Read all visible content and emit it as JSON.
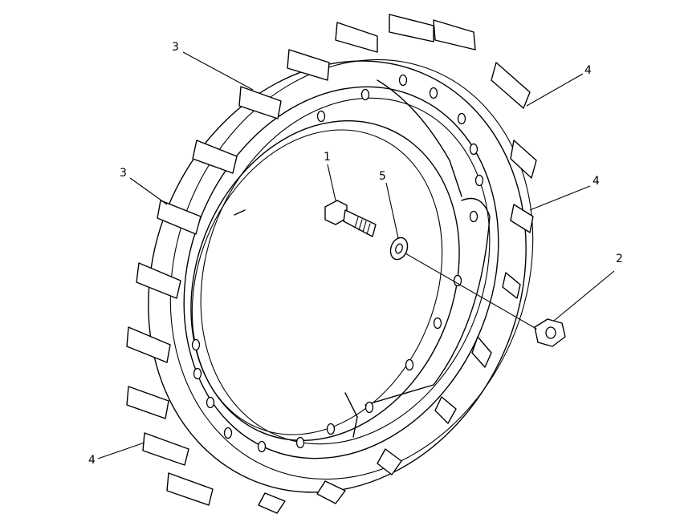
{
  "callouts": [
    {
      "id": "bolt",
      "label": "1"
    },
    {
      "id": "nut",
      "label": "2"
    },
    {
      "id": "segment-upper",
      "label": "3"
    },
    {
      "id": "segment-left",
      "label": "3"
    },
    {
      "id": "tooth-right-upper",
      "label": "4"
    },
    {
      "id": "tooth-right-mid",
      "label": "4"
    },
    {
      "id": "tooth-left-lower",
      "label": "4"
    },
    {
      "id": "washer",
      "label": "5"
    }
  ]
}
